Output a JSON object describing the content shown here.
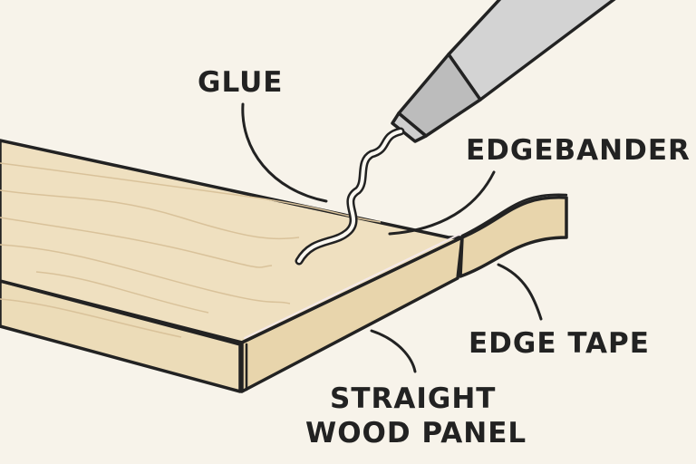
{
  "labels": {
    "glue": "GLUE",
    "edgebander": "EDGEBANDER",
    "edge_tape": "EDGE TAPE",
    "panel_line1": "STRAIGHT",
    "panel_line2": "WOOD PANEL"
  },
  "colors": {
    "background": "#f7f3ea",
    "wood_top": "#efe0c0",
    "wood_edge": "#e8d5ac",
    "grain": "#d9c29a",
    "outline": "#222222",
    "pen": "#cfcfcf"
  }
}
